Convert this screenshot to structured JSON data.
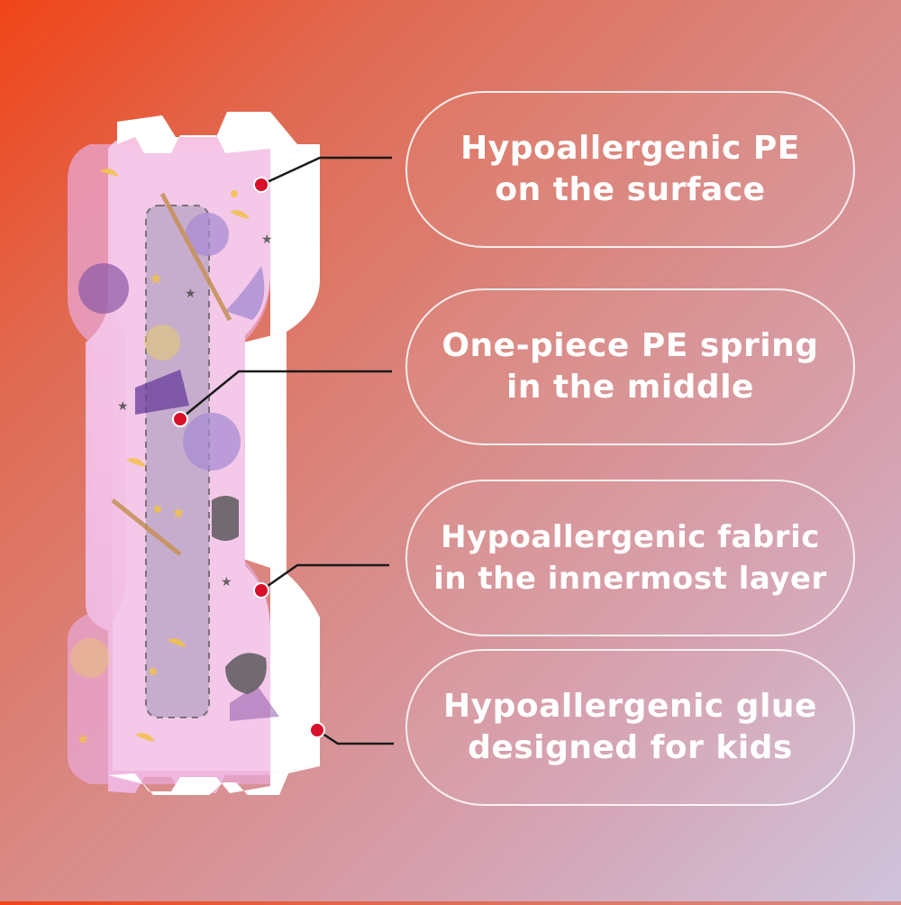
{
  "labels": [
    {
      "line1": "Hypoallergenic PE",
      "line2": "on the surface"
    },
    {
      "line1": "One-piece PE spring",
      "line2": "in the middle"
    },
    {
      "line1": "Hypoallergenic fabric",
      "line2": "in the innermost layer"
    },
    {
      "line1": "Hypoallergenic glue",
      "line2": "designed for kids"
    }
  ],
  "colors": {
    "marker": "#d8102a",
    "strip_pink": "#f2bfe6",
    "strip_white": "#ffffff",
    "spring_band": "#b9a4c4"
  }
}
